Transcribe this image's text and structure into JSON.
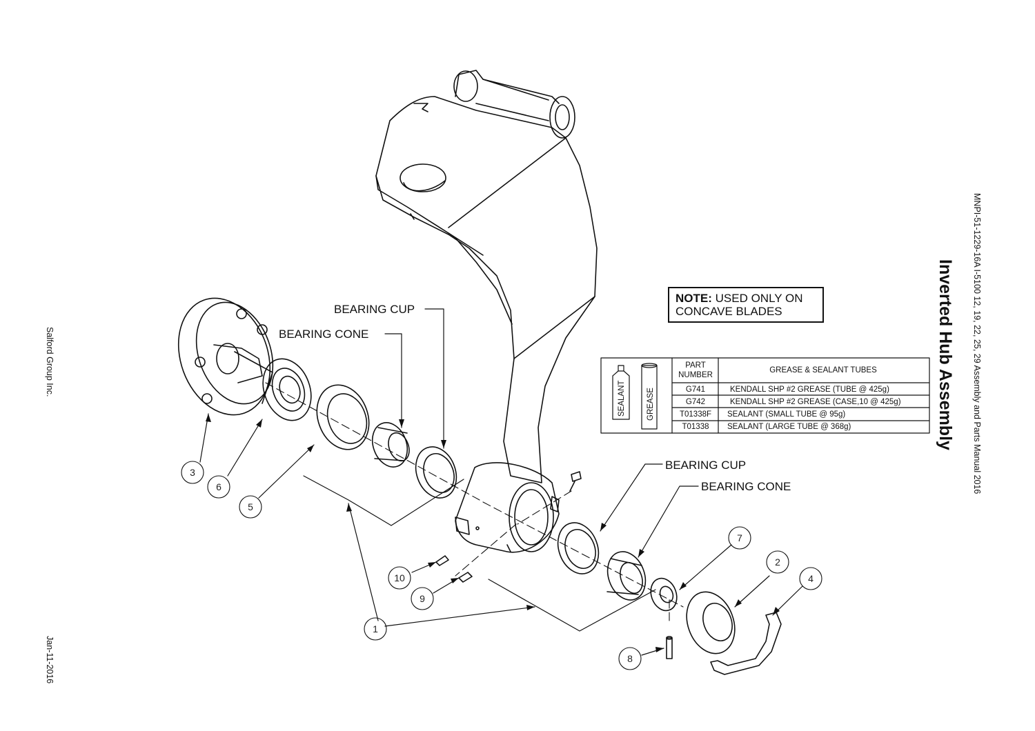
{
  "title": "Inverted Hub Assembly",
  "manual_ref": "MNPI-51-1229-16A I-5100 12, 19, 22, 25, 29 Assembly and Parts Manual 2016",
  "company": "Salford Group Inc.",
  "date": "Jan-11-2016",
  "note": {
    "bold": "NOTE:",
    "line1": "USED ONLY ON",
    "line2": "CONCAVE BLADES"
  },
  "labels": {
    "bearing_cup_left": "BEARING CUP",
    "bearing_cone_left": "BEARING CONE",
    "bearing_cup_right": "BEARING CUP",
    "bearing_cone_right": "BEARING CONE"
  },
  "balloons": [
    "1",
    "2",
    "3",
    "4",
    "5",
    "6",
    "7",
    "8",
    "9",
    "10"
  ],
  "table": {
    "header_part": [
      "PART",
      "NUMBER"
    ],
    "header_desc": "GREASE & SEALANT TUBES",
    "sealant_label": "SEALANT",
    "grease_label": "GREASE",
    "rows": [
      {
        "part": "G741",
        "desc": "KENDALL SHP #2 GREASE (TUBE @ 425g)"
      },
      {
        "part": "G742",
        "desc": "KENDALL SHP #2 GREASE (CASE,10 @ 425g)"
      },
      {
        "part": "T01338F",
        "desc": "SEALANT (SMALL TUBE @ 95g)"
      },
      {
        "part": "T01338",
        "desc": "SEALANT (LARGE TUBE @ 368g)"
      }
    ]
  }
}
